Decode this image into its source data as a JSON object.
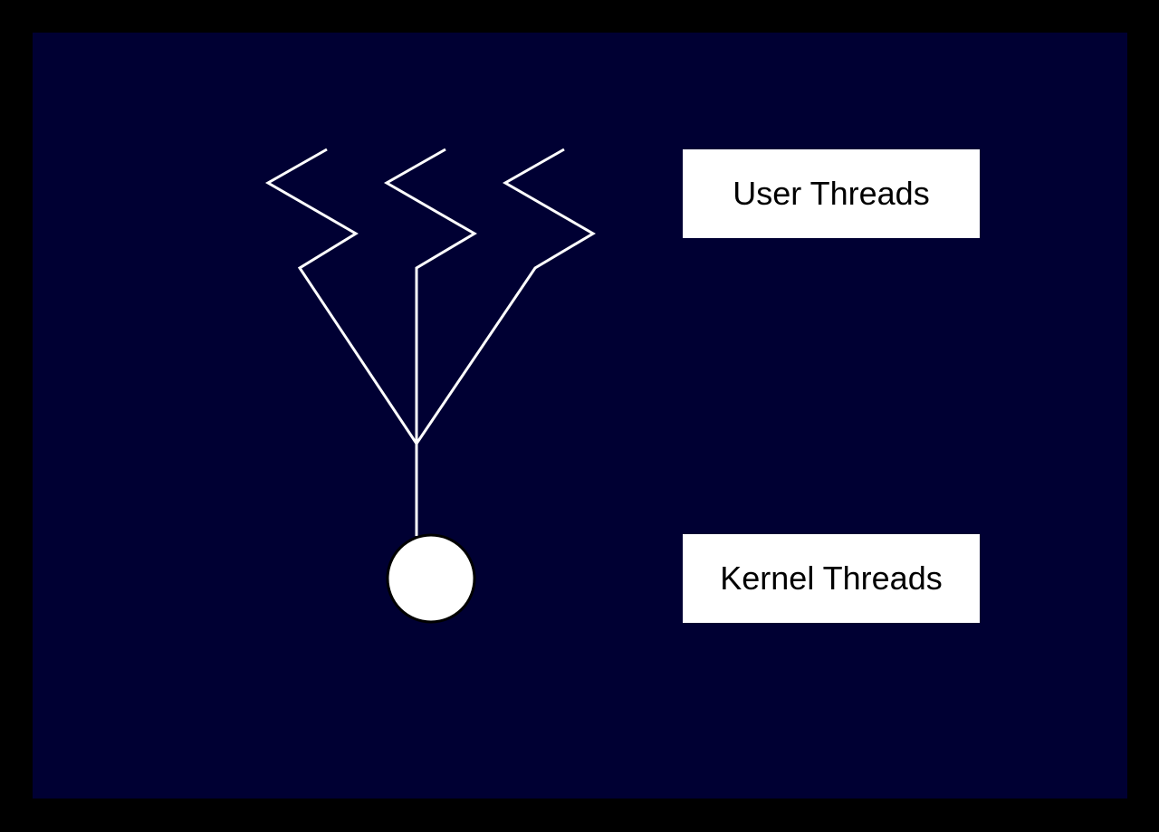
{
  "labels": {
    "user_threads": "User Threads",
    "kernel_threads": "Kernel Threads"
  },
  "colors": {
    "outer_background": "#000000",
    "panel_background": "#000033",
    "line": "#ffffff",
    "label_background": "#ffffff",
    "label_text": "#000000"
  },
  "diagram": {
    "user_thread_count": 3,
    "kernel_thread_count": 1,
    "icons": [
      "user-thread-squiggle-icon",
      "kernel-thread-circle-icon"
    ]
  }
}
